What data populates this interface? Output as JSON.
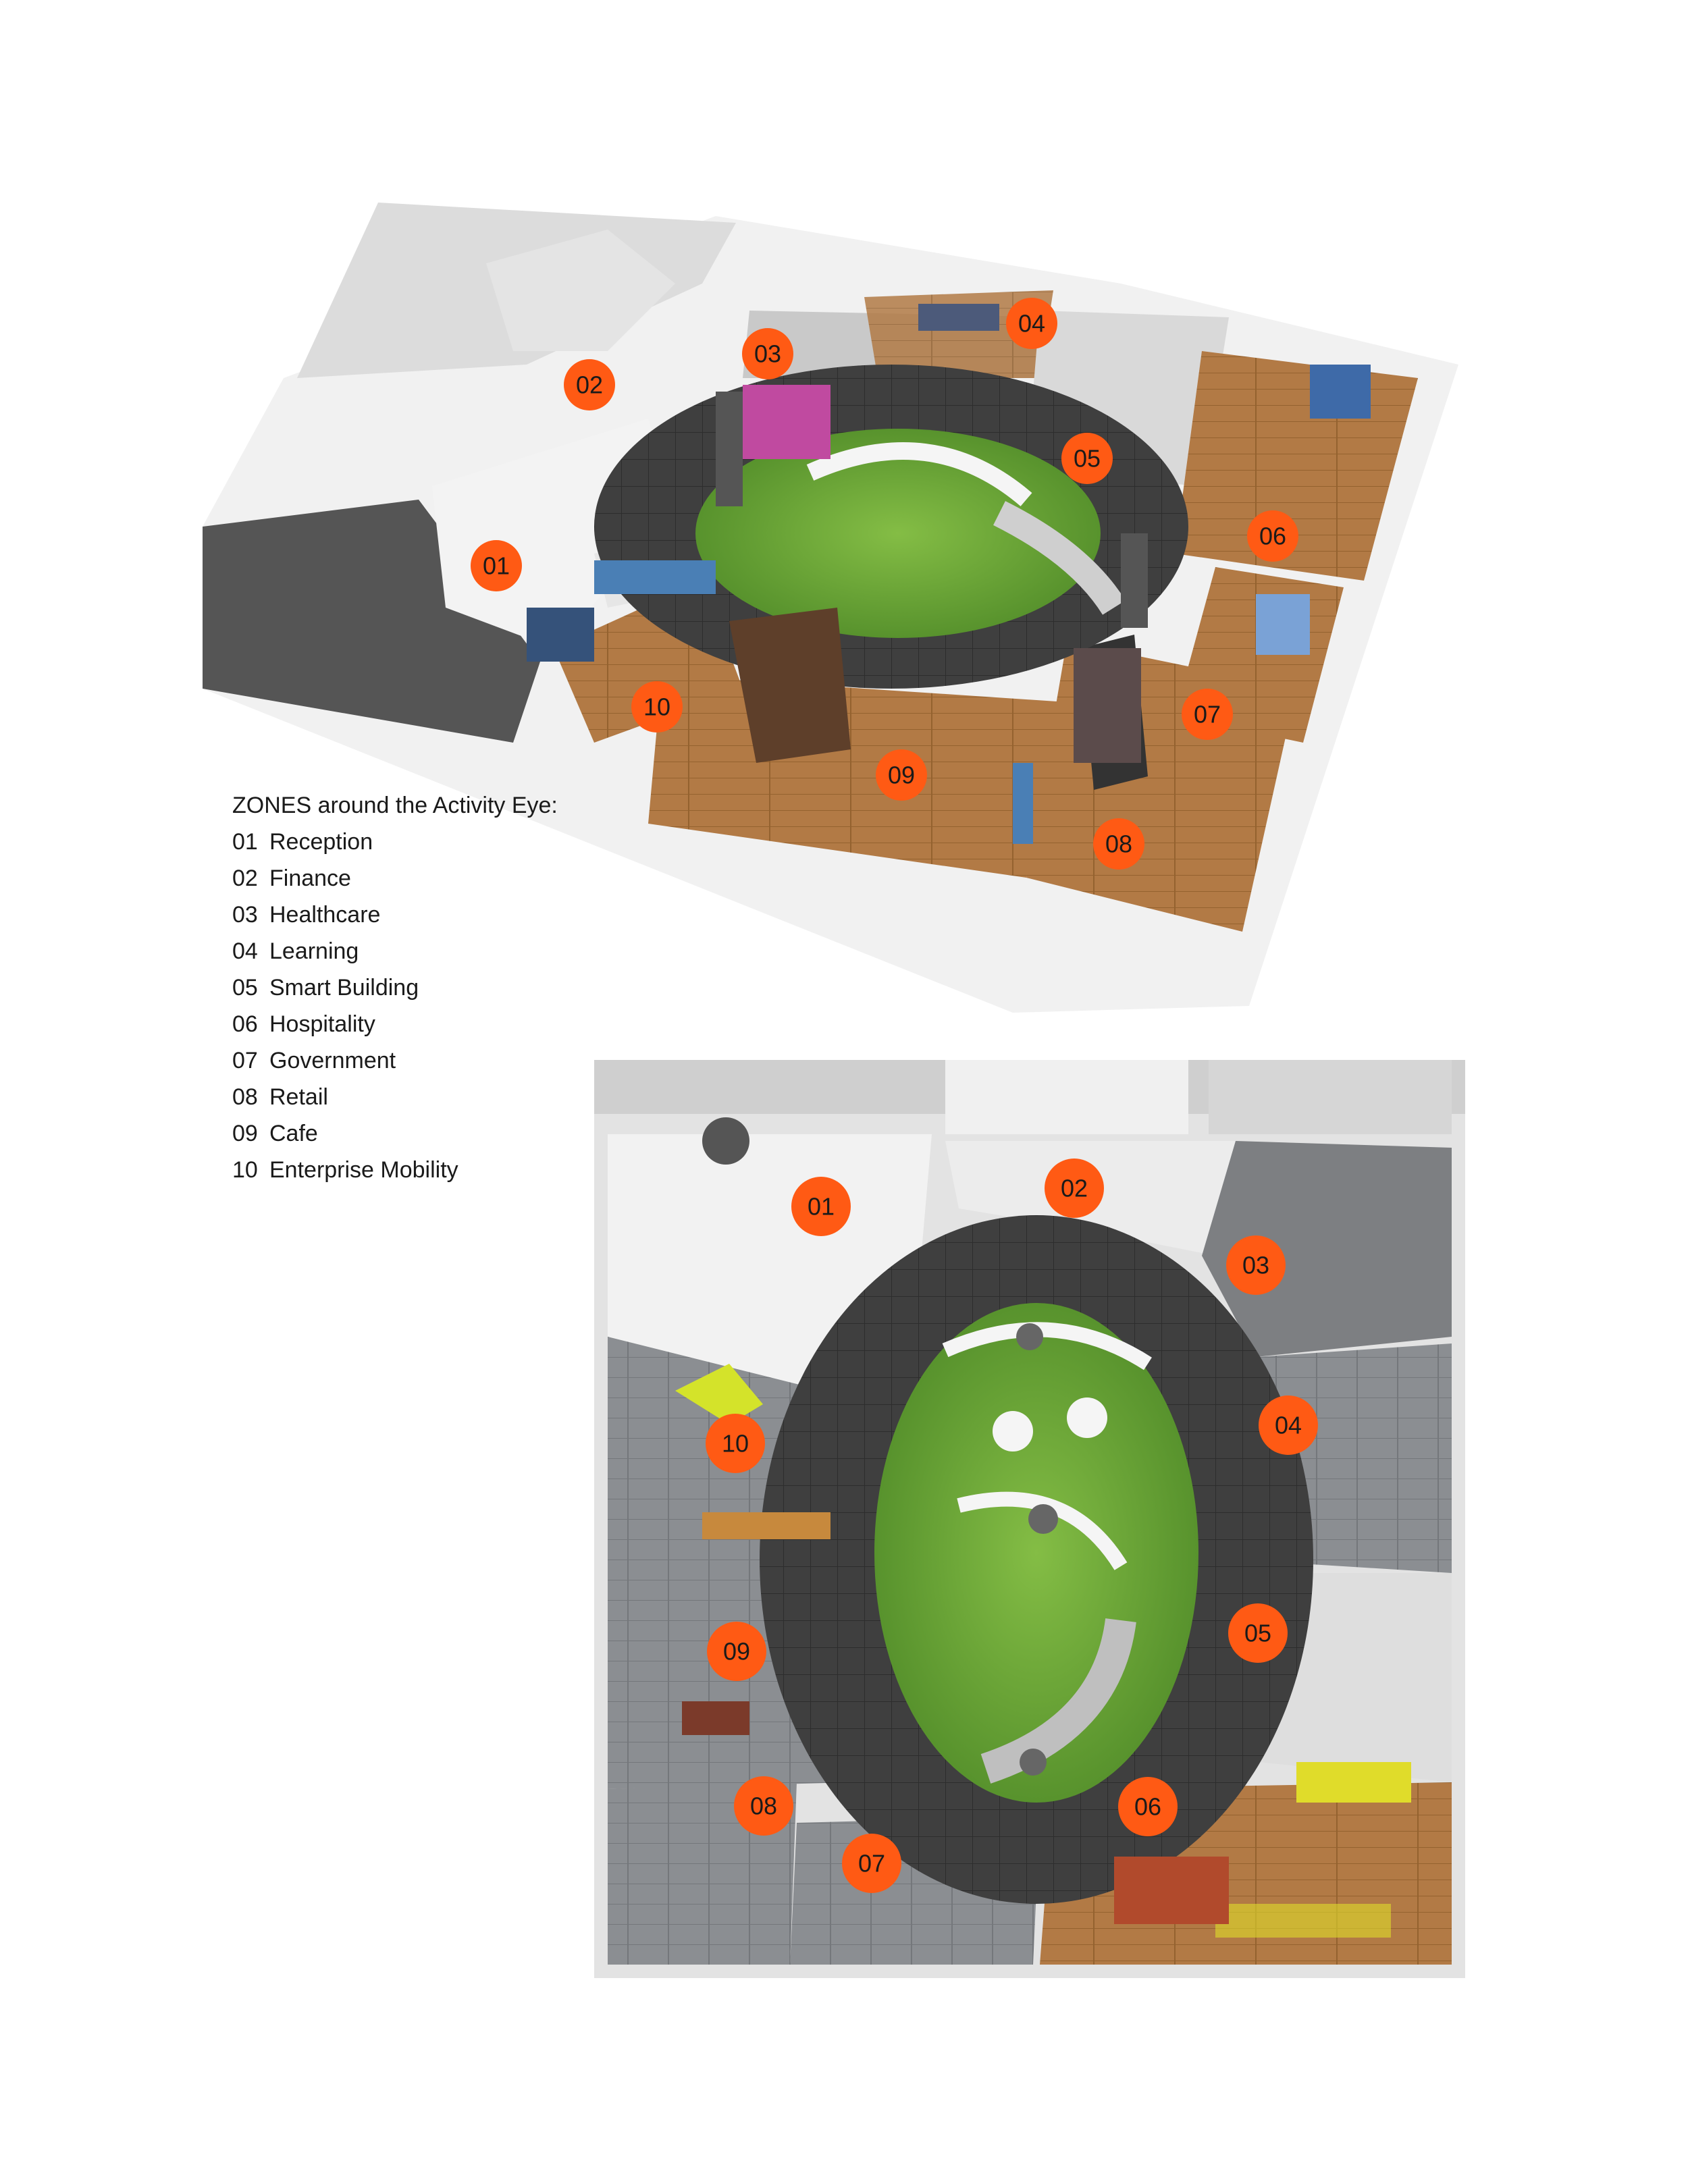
{
  "legend": {
    "heading": "ZONES around the Activity Eye:",
    "zones": [
      {
        "number": "01",
        "name": "Reception"
      },
      {
        "number": "02",
        "name": "Finance"
      },
      {
        "number": "03",
        "name": "Healthcare"
      },
      {
        "number": "04",
        "name": "Learning"
      },
      {
        "number": "05",
        "name": "Smart Building"
      },
      {
        "number": "06",
        "name": "Hospitality"
      },
      {
        "number": "07",
        "name": "Government"
      },
      {
        "number": "08",
        "name": "Retail"
      },
      {
        "number": "09",
        "name": "Cafe"
      },
      {
        "number": "10",
        "name": "Enterprise Mobility"
      }
    ]
  },
  "colors": {
    "marker": "#ff5a14",
    "floor_tile": "#3a3a3a",
    "lawn": "#6aa535",
    "wood": "#b27a45",
    "carpet_grey": "#8a8d90",
    "wall": "#e9e9e9"
  }
}
